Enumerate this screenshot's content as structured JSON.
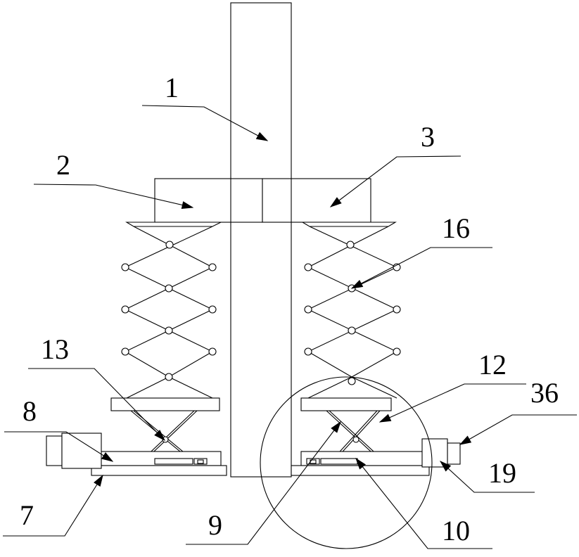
{
  "diagram": {
    "callouts": [
      {
        "id": "1",
        "label": "1"
      },
      {
        "id": "2",
        "label": "2"
      },
      {
        "id": "3",
        "label": "3"
      },
      {
        "id": "16",
        "label": "16"
      },
      {
        "id": "13",
        "label": "13"
      },
      {
        "id": "12",
        "label": "12"
      },
      {
        "id": "36",
        "label": "36"
      },
      {
        "id": "8",
        "label": "8"
      },
      {
        "id": "19",
        "label": "19"
      },
      {
        "id": "7",
        "label": "7"
      },
      {
        "id": "9",
        "label": "9"
      },
      {
        "id": "10",
        "label": "10"
      }
    ]
  }
}
